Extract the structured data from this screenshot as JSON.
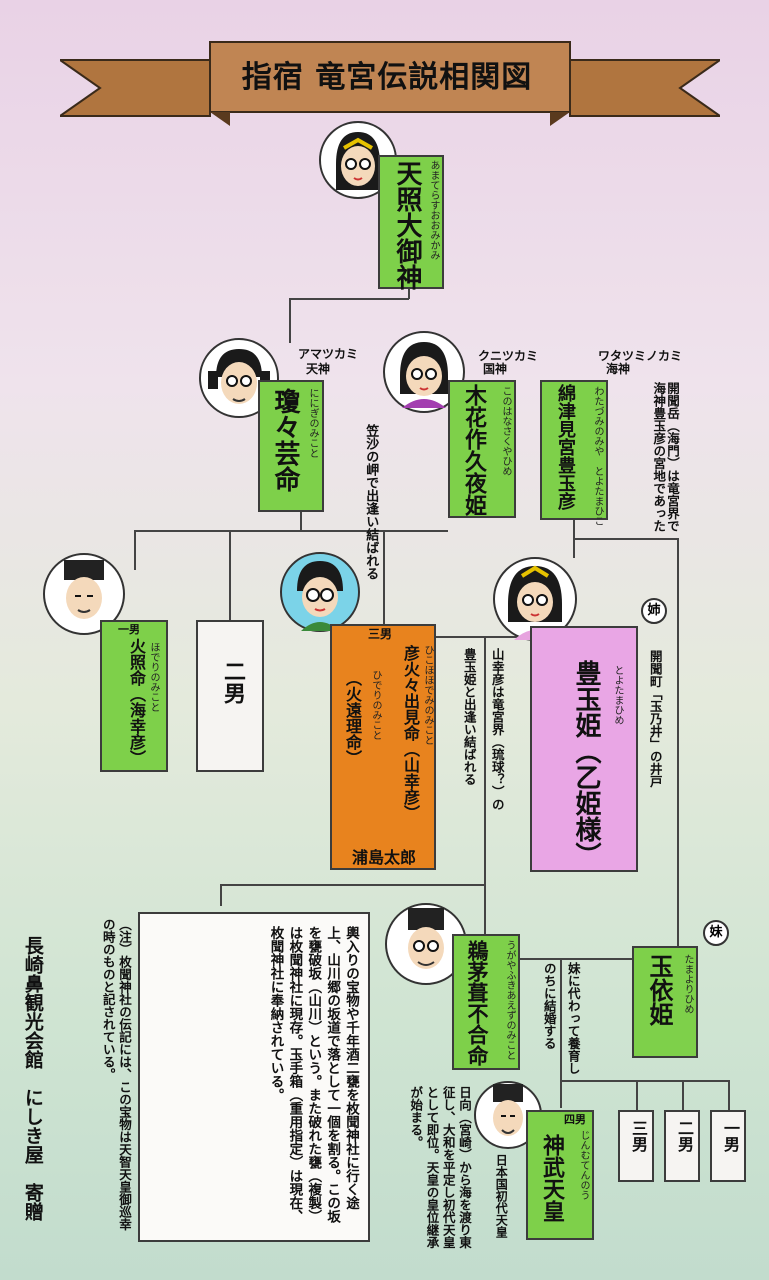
{
  "title": "指宿 竜宮伝説相関図",
  "colors": {
    "green": "#7ed04a",
    "orange": "#e8831e",
    "pink": "#e9a6e5",
    "banner": "#b57c4b"
  },
  "people": {
    "amaterasu": {
      "ruby": "あまてらすおおみかみ",
      "name": "天照大御神"
    },
    "ninigi": {
      "ruby": "ににぎのみこと",
      "name": "瓊々芸命",
      "type": "アマツカミ",
      "type_kanji": "天神"
    },
    "konohana": {
      "ruby": "このはなさくやひめ",
      "name": "木花作久夜姫",
      "type": "クニツカミ",
      "type_kanji": "国神"
    },
    "watatsumi": {
      "ruby1": "わたづみのみや",
      "ruby2": "とよたまひこ",
      "name": "綿津見宮豊玉彦",
      "type": "ワタツミノカミ",
      "type_kanji": "海神"
    },
    "hoderi": {
      "order": "一男",
      "ruby": "ほでりのみこと",
      "name": "火照命（海幸彦）"
    },
    "second": {
      "name": "二男"
    },
    "hohodemi": {
      "order": "三男",
      "ruby1": "ひこほほでみのみこと",
      "name1": "彦火々出見命（山幸彦）",
      "ruby2": "ひでりのみこと",
      "name2": "（火遠理命）",
      "urashima": "浦島太郎"
    },
    "toyotama": {
      "ruby": "とよたまひめ",
      "name": "豊玉姫（乙姫様）",
      "sister": "姉"
    },
    "ugaya": {
      "ruby": "うがやふきあえずのみこと",
      "name": "鵜茅葺不合命"
    },
    "tamayori": {
      "ruby": "たまよりひめ",
      "name": "玉依姫",
      "sister": "妹"
    },
    "jinmu": {
      "order": "四男",
      "ruby": "じんむてんのう",
      "name": "神武天皇",
      "title": "日本国初代天皇"
    },
    "sons": [
      "三男",
      "二男",
      "一男"
    ]
  },
  "notes": {
    "kaimondake": "開聞岳（海門）は竜宮界で海神豊玉彦の宮地であった",
    "kasasa": "笠沙の岬で出逢い結ばれる",
    "yamasachi": "山幸彦は竜宮界（琉球？）の",
    "toyotama_meet": "豊玉姫と出逢い結ばれる",
    "kaimoncho": "開聞町「玉乃井」の井戸",
    "sister_raise": "妹に代わって養育し",
    "later_married": "のちに結婚する",
    "jinmu_desc": "日向（宮崎）から海を渡り東征し、大和を平定し初代天皇として即位。天皇の皇位継承が始まる。",
    "box": "輿入りの宝物や千年酒二甕を枚聞神社に行く途上、山川郷の坂道で落として一個を割る。この坂を甕破坂（山川）という。また破れた甕（複製）は枚聞神社に現存。玉手箱（重用指定）は現在、枚聞神社に奉納されている。",
    "footnote": "（注）枚聞神社の伝記には、この宝物は天智天皇御巡幸の時のものと記されている。",
    "donor": "長崎鼻観光会館　にしき屋　寄贈"
  }
}
